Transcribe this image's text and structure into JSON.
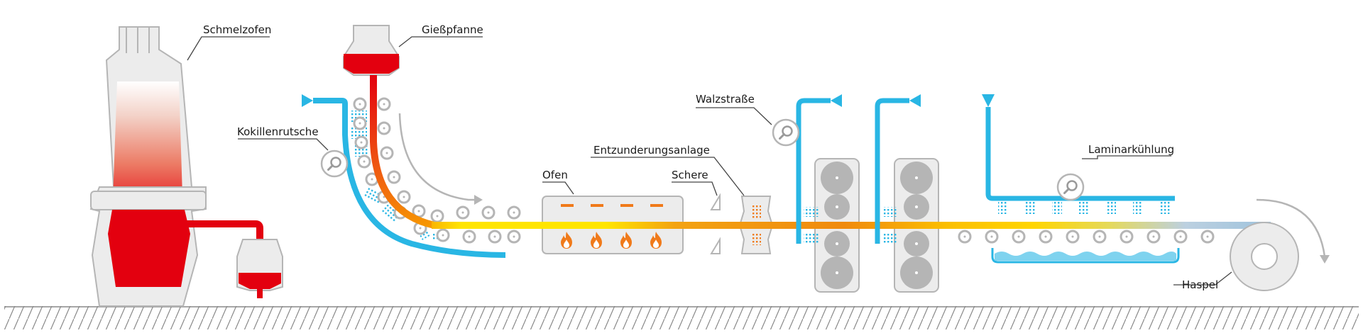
{
  "labels": {
    "schmelzofen": "Schmelzofen",
    "giesspfanne": "Gießpfanne",
    "kokillenrutsche": "Kokillenrutsche",
    "ofen": "Ofen",
    "entzunderungsanlage": "Entzunderungsanlage",
    "schere": "Schere",
    "walzstrasse": "Walzstraße",
    "laminarkuehlung": "Laminarkühlung",
    "haspel": "Haspel"
  },
  "colors": {
    "molten_red": "#e3000f",
    "water_blue": "#29b6e4",
    "gray": "#b5b5b5",
    "light_gray": "#ececec",
    "flame_orange": "#f07a1a",
    "strip_yellow": "#ffe500",
    "cooled_blue": "#9ec3dd"
  },
  "icons": [
    "magnifier-icon",
    "flame-icon",
    "water-spray-icon",
    "arrow-icon"
  ]
}
